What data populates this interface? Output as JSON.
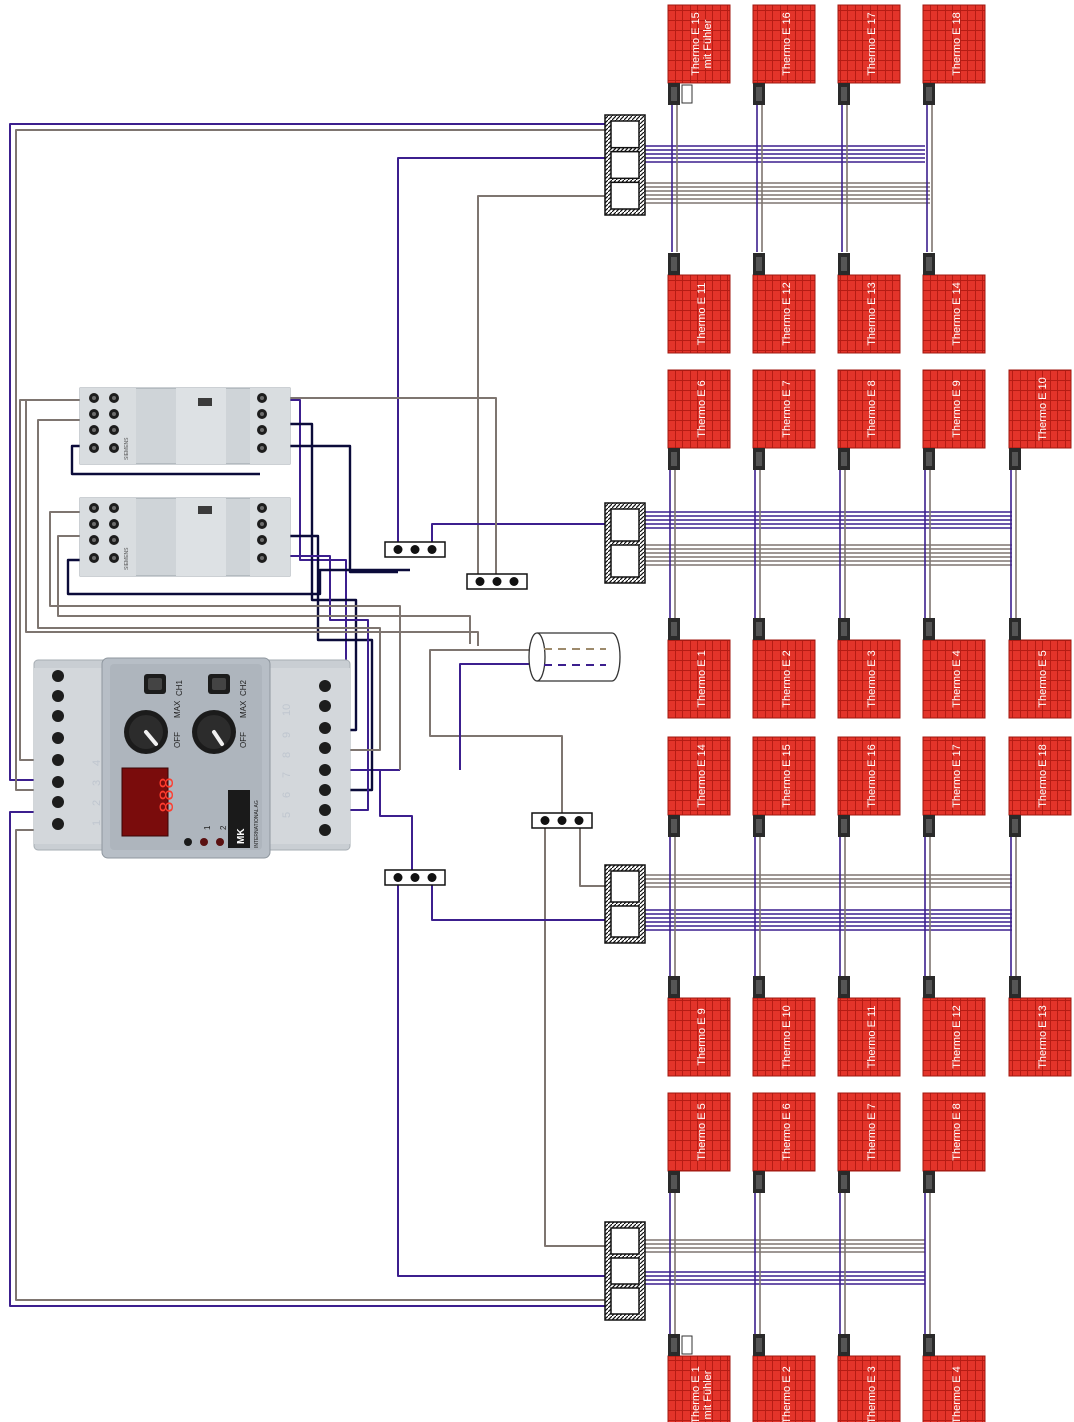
{
  "thermo_elements": [
    {
      "id": "t15a",
      "lines": [
        "Thermo E 15",
        "mit Fühler"
      ]
    },
    {
      "id": "t16a",
      "lines": [
        "Thermo E 16"
      ]
    },
    {
      "id": "t17a",
      "lines": [
        "Thermo E 17"
      ]
    },
    {
      "id": "t18a",
      "lines": [
        "Thermo E 18"
      ]
    },
    {
      "id": "t11a",
      "lines": [
        "Thermo E 11"
      ]
    },
    {
      "id": "t12a",
      "lines": [
        "Thermo E 12"
      ]
    },
    {
      "id": "t13a",
      "lines": [
        "Thermo E 13"
      ]
    },
    {
      "id": "t14a",
      "lines": [
        "Thermo E 14"
      ]
    },
    {
      "id": "t6a",
      "lines": [
        "Thermo E 6"
      ]
    },
    {
      "id": "t7a",
      "lines": [
        "Thermo E 7"
      ]
    },
    {
      "id": "t8a",
      "lines": [
        "Thermo E 8"
      ]
    },
    {
      "id": "t9a",
      "lines": [
        "Thermo E 9"
      ]
    },
    {
      "id": "t10a",
      "lines": [
        "Thermo E 10"
      ]
    },
    {
      "id": "t1a",
      "lines": [
        "Thermo E 1"
      ]
    },
    {
      "id": "t2a",
      "lines": [
        "Thermo E 2"
      ]
    },
    {
      "id": "t3a",
      "lines": [
        "Thermo E 3"
      ]
    },
    {
      "id": "t4a",
      "lines": [
        "Thermo E 4"
      ]
    },
    {
      "id": "t5a",
      "lines": [
        "Thermo E 5"
      ]
    },
    {
      "id": "t14b",
      "lines": [
        "Thermo E 14"
      ]
    },
    {
      "id": "t15b",
      "lines": [
        "Thermo E 15"
      ]
    },
    {
      "id": "t16b",
      "lines": [
        "Thermo E 16"
      ]
    },
    {
      "id": "t17b",
      "lines": [
        "Thermo E 17"
      ]
    },
    {
      "id": "t18b",
      "lines": [
        "Thermo E 18"
      ]
    },
    {
      "id": "t9b",
      "lines": [
        "Thermo E 9"
      ]
    },
    {
      "id": "t10b",
      "lines": [
        "Thermo E 10"
      ]
    },
    {
      "id": "t11b",
      "lines": [
        "Thermo E 11"
      ]
    },
    {
      "id": "t12b",
      "lines": [
        "Thermo E 12"
      ]
    },
    {
      "id": "t13b",
      "lines": [
        "Thermo E 13"
      ]
    },
    {
      "id": "t5b",
      "lines": [
        "Thermo E 5"
      ]
    },
    {
      "id": "t6b",
      "lines": [
        "Thermo E 6"
      ]
    },
    {
      "id": "t7b",
      "lines": [
        "Thermo E 7"
      ]
    },
    {
      "id": "t8b",
      "lines": [
        "Thermo E 8"
      ]
    },
    {
      "id": "t1b",
      "lines": [
        "Thermo E 1",
        "mit Fühler"
      ]
    },
    {
      "id": "t2b",
      "lines": [
        "Thermo E 2"
      ]
    },
    {
      "id": "t3b",
      "lines": [
        "Thermo E 3"
      ]
    },
    {
      "id": "t4b",
      "lines": [
        "Thermo E 4"
      ]
    }
  ],
  "controller": {
    "channel_1": "CH1",
    "channel_2": "CH2",
    "knob_off": "OFF",
    "knob_max": "MAX",
    "terminals_left": [
      "1",
      "2",
      "3",
      "4"
    ],
    "terminals_right": [
      "5",
      "6",
      "7",
      "8",
      "9",
      "10"
    ],
    "led_1": "1",
    "led_2": "2",
    "brand": "MK",
    "brand_sub": "INTERNATIONAL AG"
  },
  "contactor": {
    "brand": "SIEMENS"
  },
  "colors": {
    "heater_red": "#e3342a",
    "heater_grid": "#b51c14",
    "wire_purple": "#3c1f8e",
    "wire_tan": "#9d8a6c",
    "wire_navy": "#0b0b3a",
    "wire_gray": "#7e7570"
  }
}
